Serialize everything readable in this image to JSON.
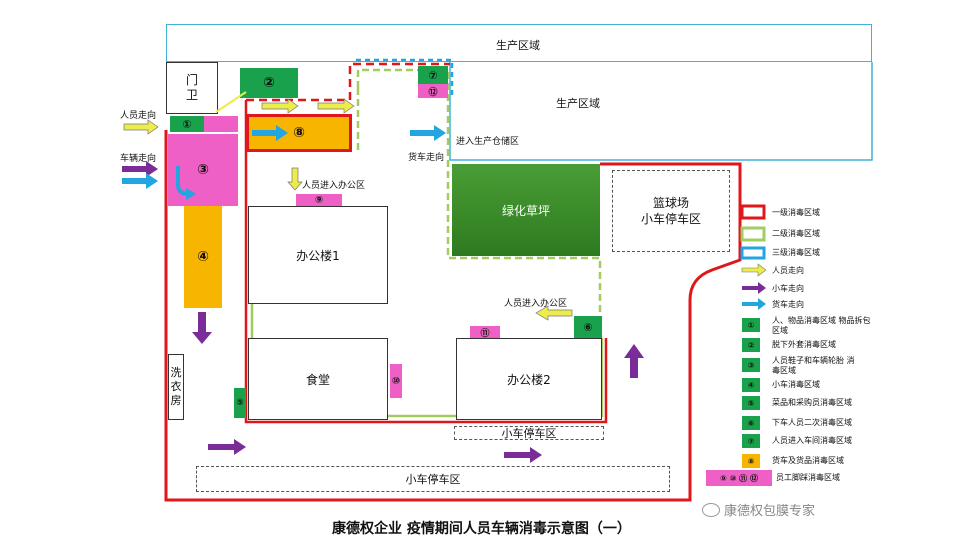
{
  "zones": {
    "production_top": "生产区域",
    "production_mid": "生产区域",
    "gate": [
      "门",
      "卫"
    ],
    "laundry": [
      "洗",
      "衣",
      "房"
    ],
    "office1": "办公楼1",
    "office2": "办公楼2",
    "canteen": "食堂",
    "lawn": "绿化草坪",
    "court": [
      "篮球场",
      "小车停车区"
    ],
    "parking_right": "小车停车区",
    "parking_bottom": "小车停车区"
  },
  "markers": {
    "m1": "①",
    "m2": "②",
    "m3": "③",
    "m4": "④",
    "m5": "⑤",
    "m6": "⑥",
    "m7": "⑦",
    "m8": "⑧",
    "m9": "⑨",
    "m10": "⑩",
    "m11": "⑪",
    "m12": "⑫"
  },
  "flow_labels": {
    "person_in": "人员走向",
    "vehicle_in": "车辆走向",
    "person_office": "人员进入办公区",
    "person_office2": "人员进入办公区",
    "truck_dir": "货车走向",
    "to_warehouse": "进入生产仓储区"
  },
  "legend": {
    "items": [
      {
        "label": "一级消毒区域"
      },
      {
        "label": "二级消毒区域"
      },
      {
        "label": "三级消毒区域"
      },
      {
        "label": "人员走向"
      },
      {
        "label": "小车走向"
      },
      {
        "label": "货车走向"
      },
      {
        "num": "①",
        "label": "人、物品消毒区域 物品拆包区域"
      },
      {
        "num": "②",
        "label": "脱下外套消毒区域"
      },
      {
        "num": "③",
        "label": "人员鞋子和车辆轮胎 消毒区域"
      },
      {
        "num": "④",
        "label": "小车消毒区域"
      },
      {
        "num": "⑤",
        "label": "菜品和采购员消毒区域"
      },
      {
        "num": "⑥",
        "label": "下车人员二次消毒区域"
      },
      {
        "num": "⑦",
        "label": "人员进入车间消毒区域"
      },
      {
        "num": "⑧",
        "label": "货车及货品消毒区域"
      },
      {
        "num": "⑨ ⑩ ⑪ ⑫",
        "label": "员工脚踩消毒区域"
      }
    ]
  },
  "title": "康德权企业 疫情期间人员车辆消毒示意图（一）",
  "watermark": "康德权包膜专家",
  "colors": {
    "level1": "#e0161b",
    "level2": "#a2cc62",
    "level3": "#22a5e0",
    "person_arrow": "#ecec4a",
    "car_arrow": "#7a2d98",
    "truck_arrow": "#22a5e0",
    "green_marker": "#1aa14b",
    "pink": "#ee60c5",
    "orange": "#f7b500",
    "lawn": "#3d8d2b"
  }
}
